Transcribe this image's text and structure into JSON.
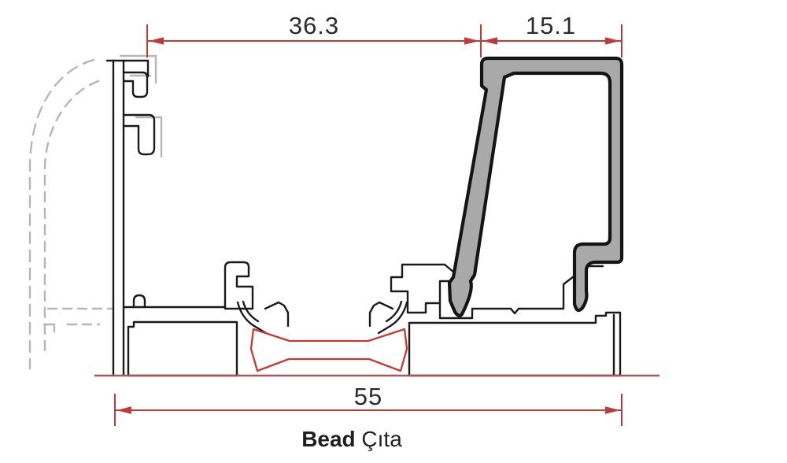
{
  "drawing": {
    "dimensions": {
      "width_left": "36.3",
      "width_right": "15.1",
      "width_total": "55"
    },
    "label": {
      "bold": "Bead",
      "regular": " Çıta"
    },
    "colors": {
      "dimension": "#c0393b",
      "ground": "#ac5458",
      "outline": "#1a1a1a",
      "bead_fill": "#a9a9a9",
      "ghost": "#b6b6b6",
      "gasket": "#c23b36",
      "text": "#2b2b2b"
    }
  }
}
